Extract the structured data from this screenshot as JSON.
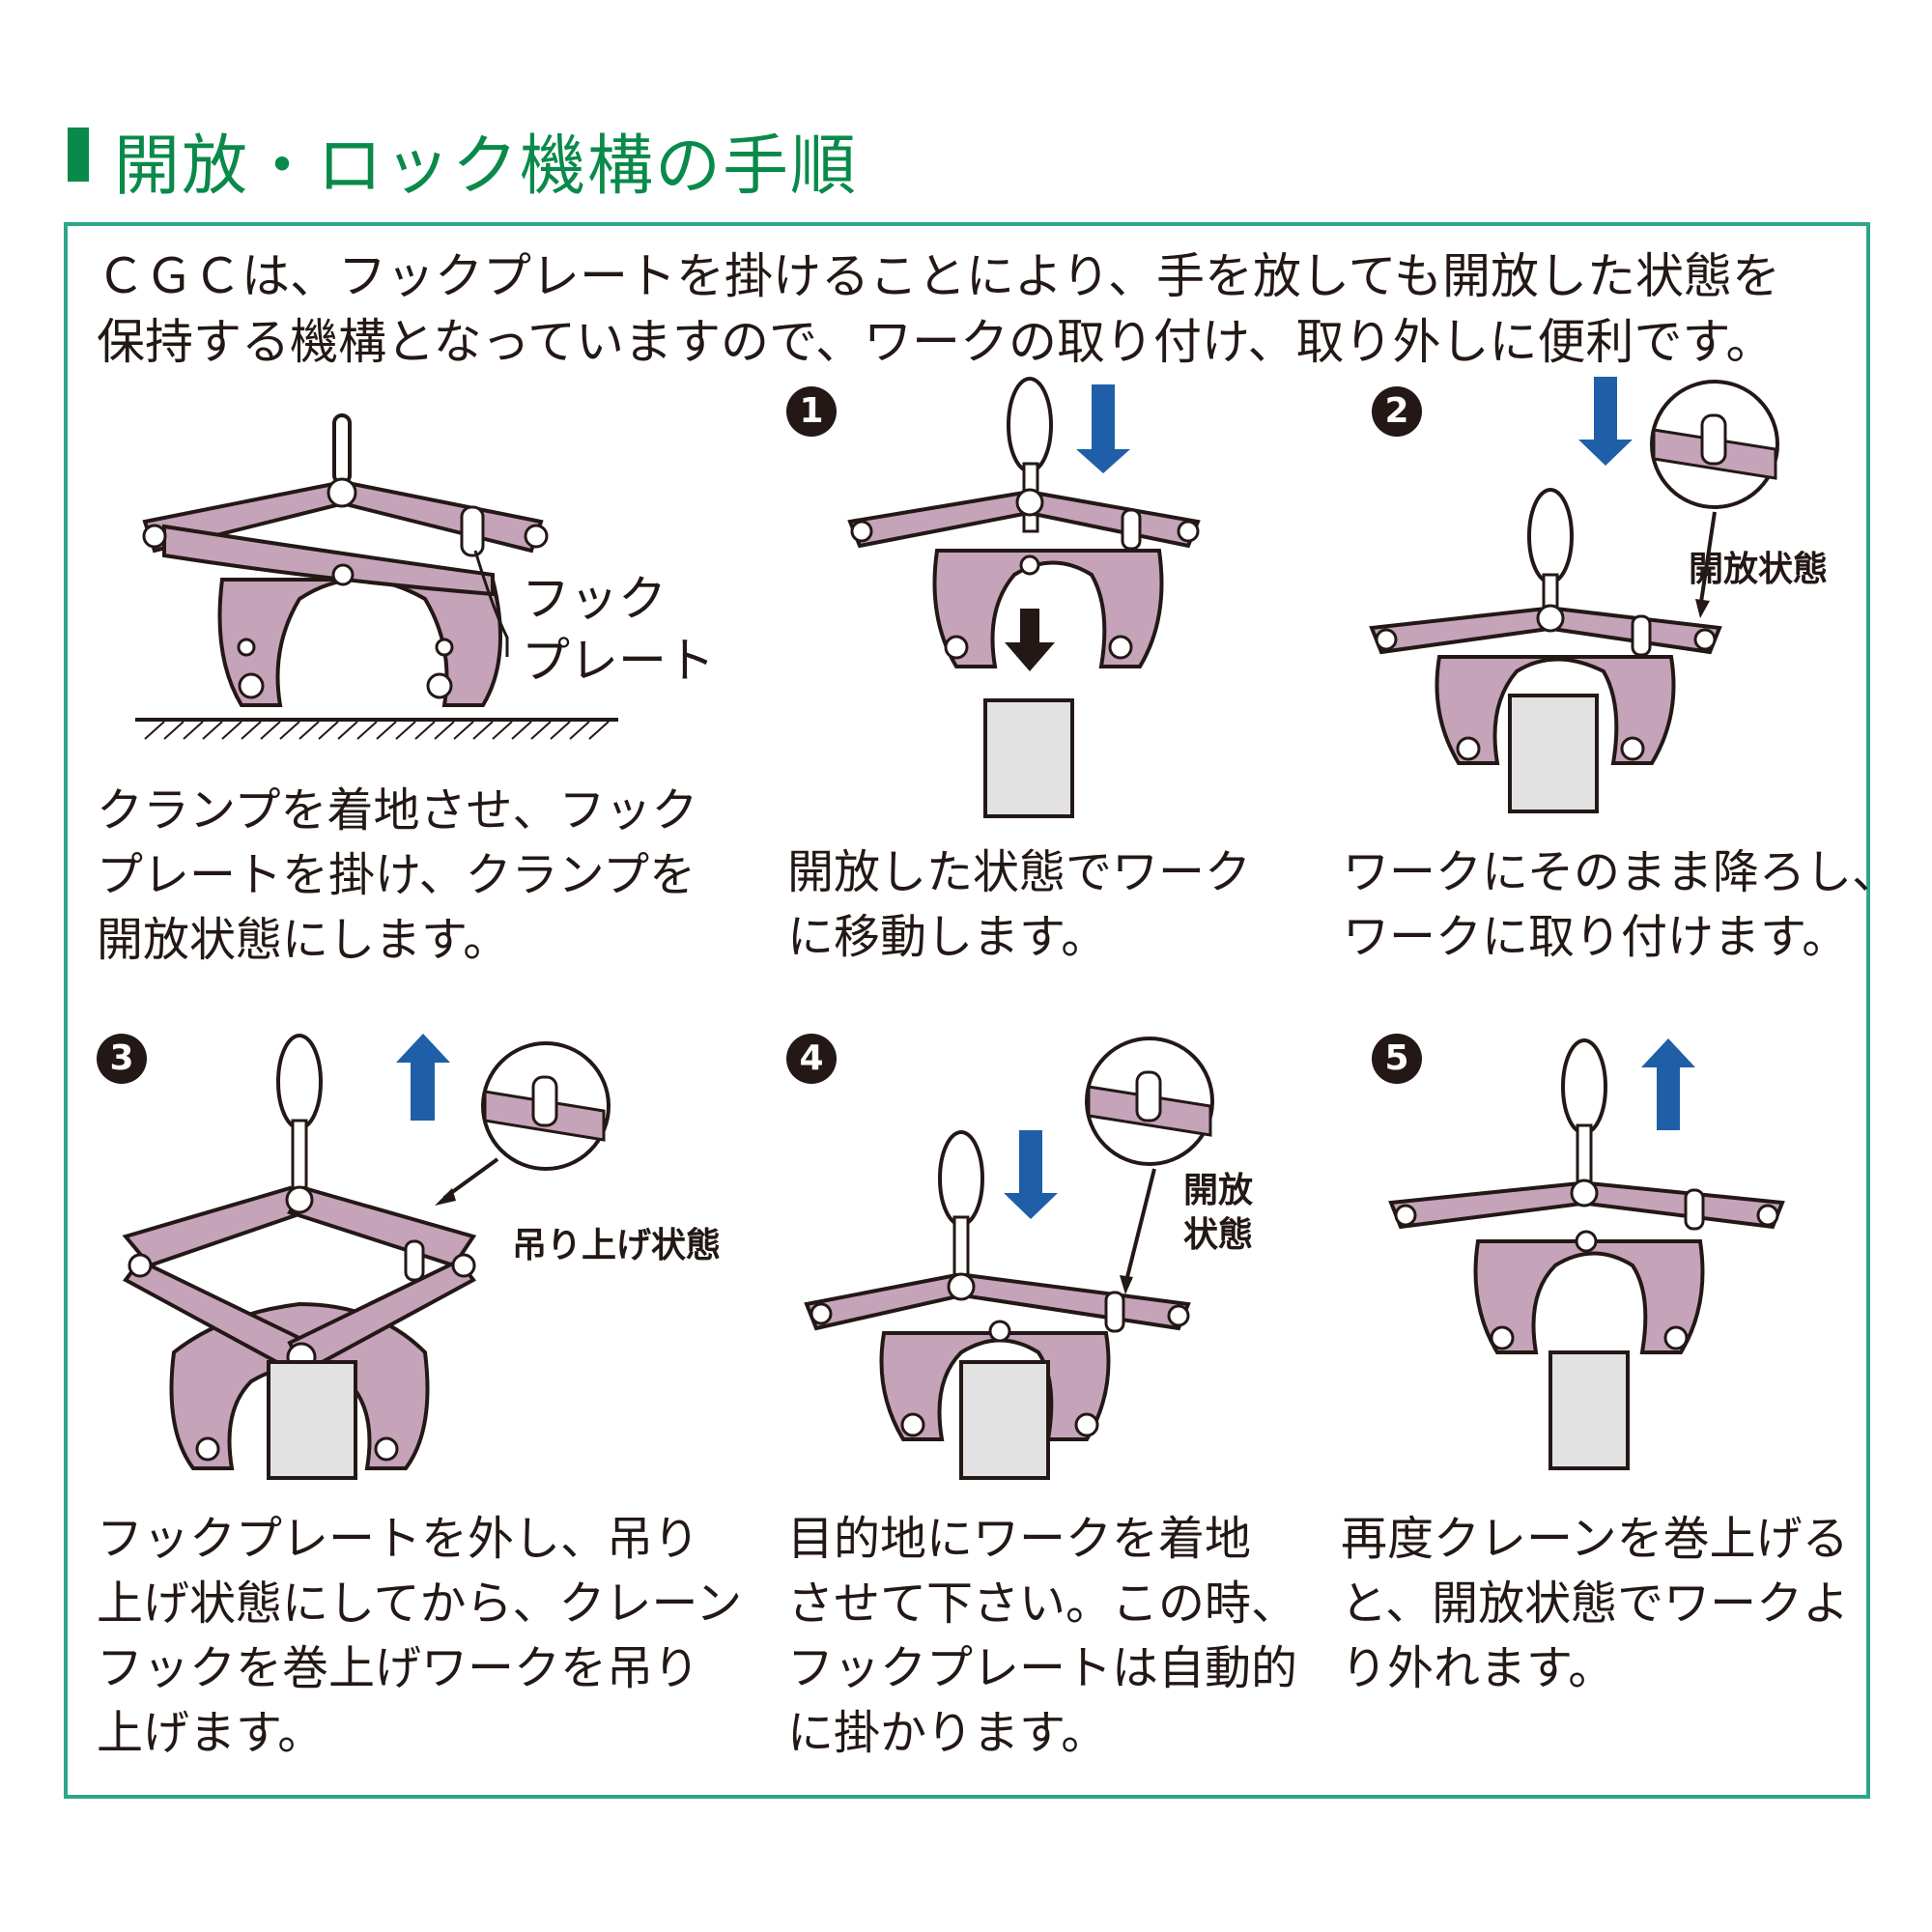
{
  "title": "開放・ロック機構の手順",
  "intro": [
    "ＣＧＣは、フックプレートを掛けることにより、手を放しても開放した状態を",
    "保持する機構となっていますので、ワークの取り付け、取り外しに便利です。"
  ],
  "labels": {
    "hook_plate_line1": "フック",
    "hook_plate_line2": "プレート",
    "open_state": "開放状態",
    "open_state_l1": "開放",
    "open_state_l2": "状態",
    "lifting_state": "吊り上げ状態"
  },
  "steps": [
    {
      "num": "",
      "caption": [
        "クランプを着地させ、フック",
        "プレートを掛け、クランプを",
        "開放状態にします。"
      ]
    },
    {
      "num": "1",
      "caption": [
        "開放した状態でワーク",
        "に移動します。"
      ]
    },
    {
      "num": "2",
      "caption": [
        "ワークにそのまま降ろし、",
        "ワークに取り付けます。"
      ]
    },
    {
      "num": "3",
      "caption": [
        "フックプレートを外し、吊り",
        "上げ状態にしてから、クレーン",
        "フックを巻上げワークを吊り",
        "上げます。"
      ]
    },
    {
      "num": "4",
      "caption": [
        "目的地にワークを着地",
        "させて下さい。この時、",
        "フックプレートは自動的",
        "に掛かります。"
      ]
    },
    {
      "num": "5",
      "caption": [
        "再度クレーンを巻上げる",
        "と、開放状態でワークよ",
        "り外れます。"
      ]
    }
  ],
  "colors": {
    "title": "#0a8a4a",
    "frame": "#2fa58a",
    "clamp": "#c5a3b9",
    "arrow": "#1f5fa8",
    "work": "#e2e2e2"
  }
}
